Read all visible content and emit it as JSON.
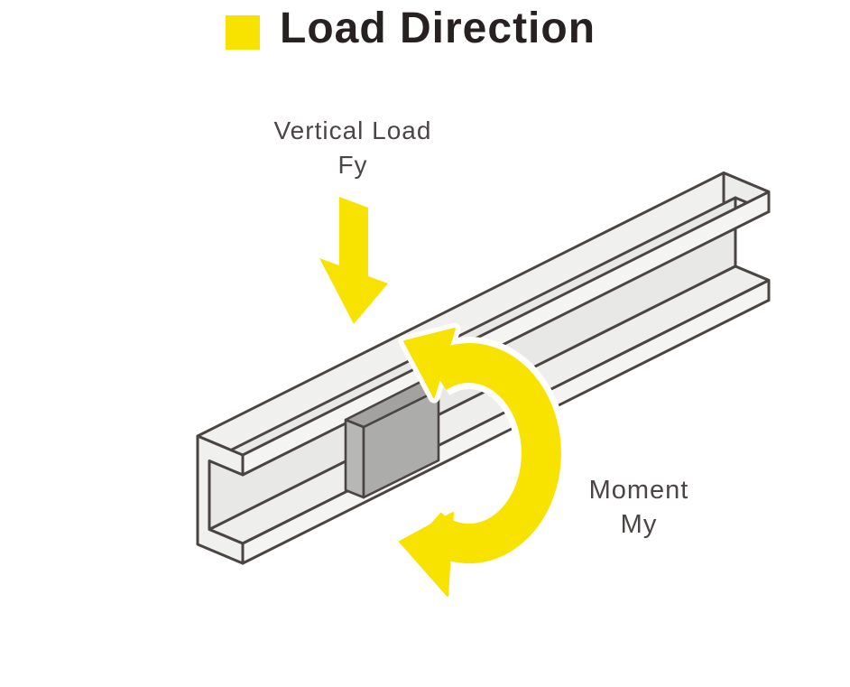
{
  "header": {
    "title": "Load Direction"
  },
  "labels": {
    "vertical_load": {
      "line1": "Vertical Load",
      "line2": "Fy"
    },
    "moment": {
      "line1": "Moment",
      "line2": "My"
    }
  },
  "colors": {
    "accent_yellow": "#F8E200",
    "outline_dark": "#4A4442",
    "title_ink": "#272122",
    "label_ink": "#4B4645",
    "beam_light_gray": "#F0F0EF",
    "beam_inner_gray": "#E8E8E7",
    "block_top_gray": "#A2A2A1",
    "block_front_gray": "#ACACAB",
    "block_side_gray": "#B7B7B6",
    "halo_white": "#FFFFFF"
  },
  "icons": {
    "bullet_square": "yellow-square-bullet",
    "fy_arrow": "down-arrow-sheared",
    "moment_arrow": "curved-double-headed-arrow"
  }
}
